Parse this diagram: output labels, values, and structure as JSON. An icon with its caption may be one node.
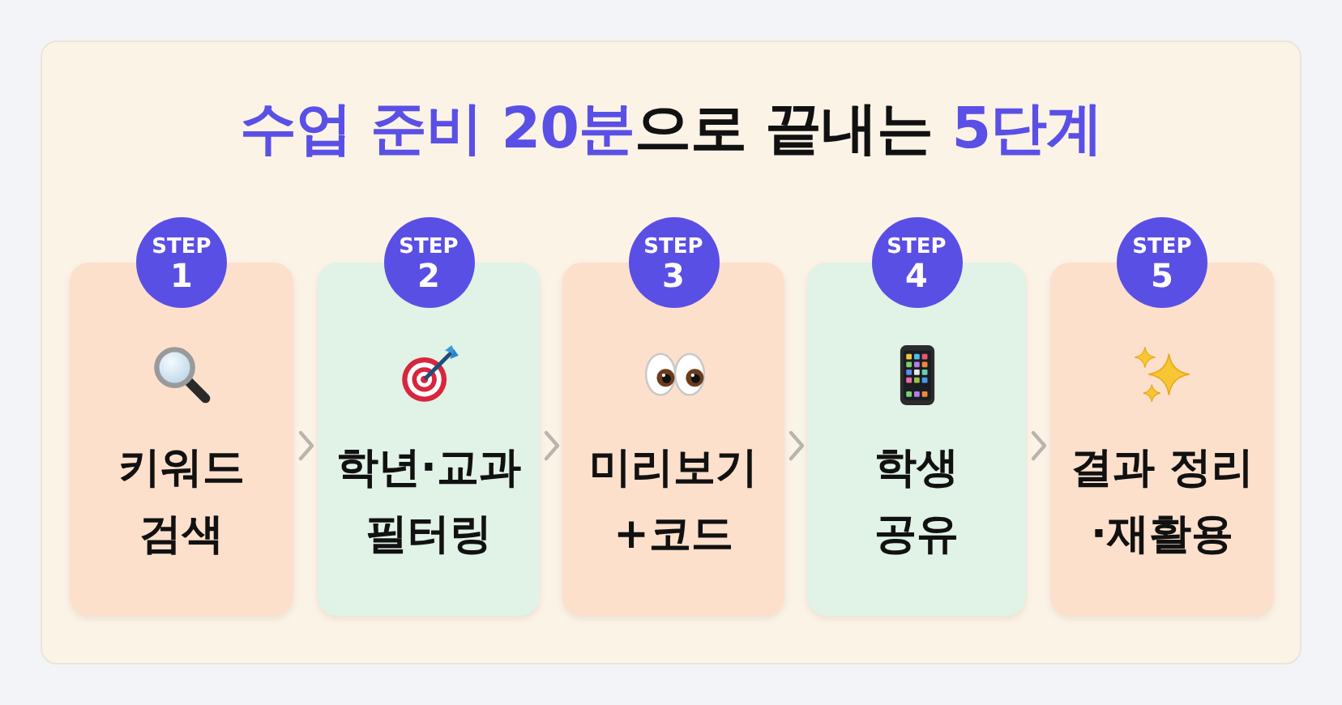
{
  "diagram": {
    "title": "**수업 준비 20분**으로 끝내는 **5단계**",
    "nodes": [
      {
        "text": [
          "STEP",
          "1"
        ]
      },
      {
        "text": [
          "키워드 검색"
        ]
      },
      {
        "text": [
          "STEP",
          "2"
        ]
      },
      {
        "text": [
          "학년·교과 필터링"
        ]
      },
      {
        "text": [
          "STEP",
          "3"
        ]
      },
      {
        "text": [
          "미리보기 +코드"
        ]
      },
      {
        "text": [
          "STEP",
          "4"
        ]
      },
      {
        "text": [
          "학생 공유"
        ]
      },
      {
        "text": [
          "STEP",
          "5"
        ]
      },
      {
        "text": [
          "결과 정리 ·재활용"
        ]
      }
    ],
    "edges": [
      {
        "from": 1,
        "to": 3,
        "arrow": "to"
      },
      {
        "from": 3,
        "to": 5,
        "arrow": "to"
      },
      {
        "from": 5,
        "to": 7,
        "arrow": "to"
      },
      {
        "from": 7,
        "to": 9,
        "arrow": "to"
      }
    ]
  }
}
